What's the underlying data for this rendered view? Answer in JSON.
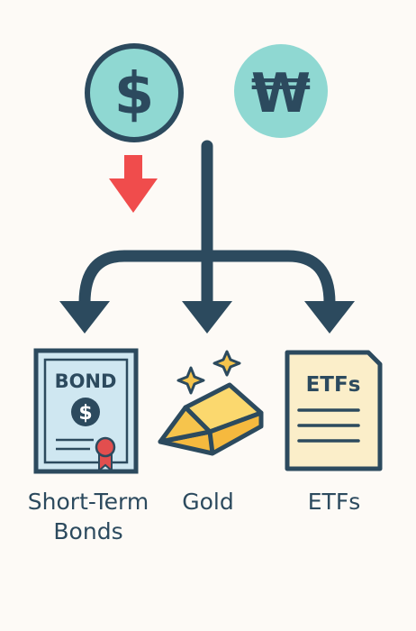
{
  "icons": {
    "dollar_coin": "dollar-coin-icon",
    "won_coin": "won-coin-icon",
    "down_arrow": "red-down-arrow-icon",
    "bond": "bond-certificate-icon",
    "gold": "gold-bar-icon",
    "etfs": "etf-document-icon"
  },
  "glyphs": {
    "dollar": "$",
    "won": "₩",
    "bond_coin": "$"
  },
  "bond_doc": {
    "title": "BOND"
  },
  "etf_doc": {
    "title": "ETFs"
  },
  "labels": {
    "bonds_line1": "Short-Term",
    "bonds_line2": "Bonds",
    "gold": "Gold",
    "etfs": "ETFs"
  },
  "colors": {
    "background": "#fdfaf6",
    "stroke": "#2c4a5e",
    "coin_fill": "#8fd8d2",
    "arrow_red": "#f04c4c",
    "gold_fill": "#f6c44c",
    "paper": "#fbeec9",
    "ribbon": "#e24e4e"
  }
}
